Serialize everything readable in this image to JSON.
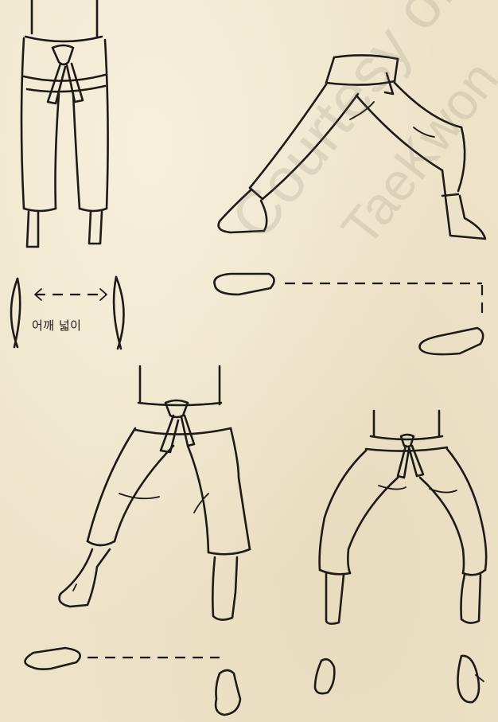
{
  "annotation": {
    "shoulder_width_label": "어깨 넓이"
  },
  "watermark": {
    "line1": "Courtesy of C",
    "line2": "TaeKwon"
  }
}
